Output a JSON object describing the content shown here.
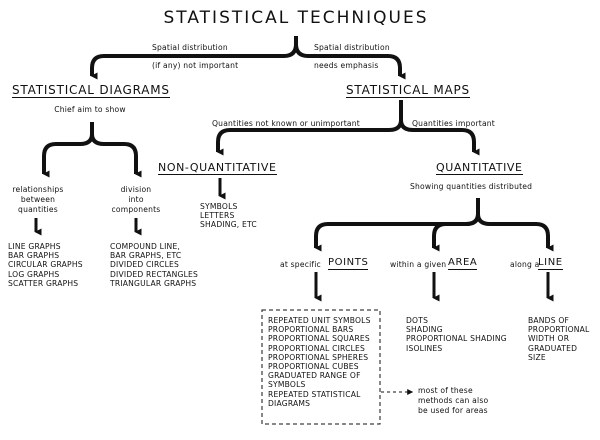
{
  "title": "STATISTICAL TECHNIQUES",
  "branches_top": {
    "left_line1": "Spatial distribution",
    "left_line2": "(if any) not important",
    "right_line1": "Spatial distribution",
    "right_line2": "needs emphasis"
  },
  "diagrams": {
    "heading": "STATISTICAL DIAGRAMS",
    "aim": "Chief aim to show",
    "relationships": [
      "relationships",
      "between",
      "quantities"
    ],
    "division": [
      "division",
      "into",
      "components"
    ],
    "relationship_items": [
      "LINE GRAPHS",
      "BAR GRAPHS",
      "CIRCULAR GRAPHS",
      "LOG GRAPHS",
      "SCATTER GRAPHS"
    ],
    "division_items": [
      "COMPOUND LINE,",
      "BAR GRAPHS, ETC",
      "DIVIDED CIRCLES",
      "DIVIDED RECTANGLES",
      "TRIANGULAR GRAPHS"
    ]
  },
  "maps": {
    "heading": "STATISTICAL MAPS",
    "left_branch": "Quantities not known or unimportant",
    "right_branch": "Quantities important",
    "non_quant": {
      "heading": "NON-QUANTITATIVE",
      "items": [
        "SYMBOLS",
        "LETTERS",
        "SHADING, ETC"
      ]
    },
    "quant": {
      "heading": "QUANTITATIVE",
      "sub": "Showing quantities distributed",
      "points_prefix": "at specific",
      "points_word": "POINTS",
      "area_prefix": "within a given",
      "area_word": "AREA",
      "line_prefix": "along a",
      "line_word": "LINE",
      "points_items": [
        "REPEATED UNIT SYMBOLS",
        "PROPORTIONAL  BARS",
        "PROPORTIONAL  SQUARES",
        "PROPORTIONAL  CIRCLES",
        "PROPORTIONAL  SPHERES",
        "PROPORTIONAL  CUBES",
        "GRADUATED RANGE OF",
        "SYMBOLS",
        "REPEATED STATISTICAL",
        "DIAGRAMS"
      ],
      "area_items": [
        "DOTS",
        "SHADING",
        "PROPORTIONAL SHADING",
        "ISOLINES"
      ],
      "line_items": [
        "BANDS OF",
        "PROPORTIONAL",
        "WIDTH OR",
        "GRADUATED",
        "SIZE"
      ],
      "note": [
        "most of these",
        "methods can also",
        "be used for areas"
      ]
    }
  },
  "colors": {
    "ink": "#111111",
    "background": "#ffffff"
  }
}
